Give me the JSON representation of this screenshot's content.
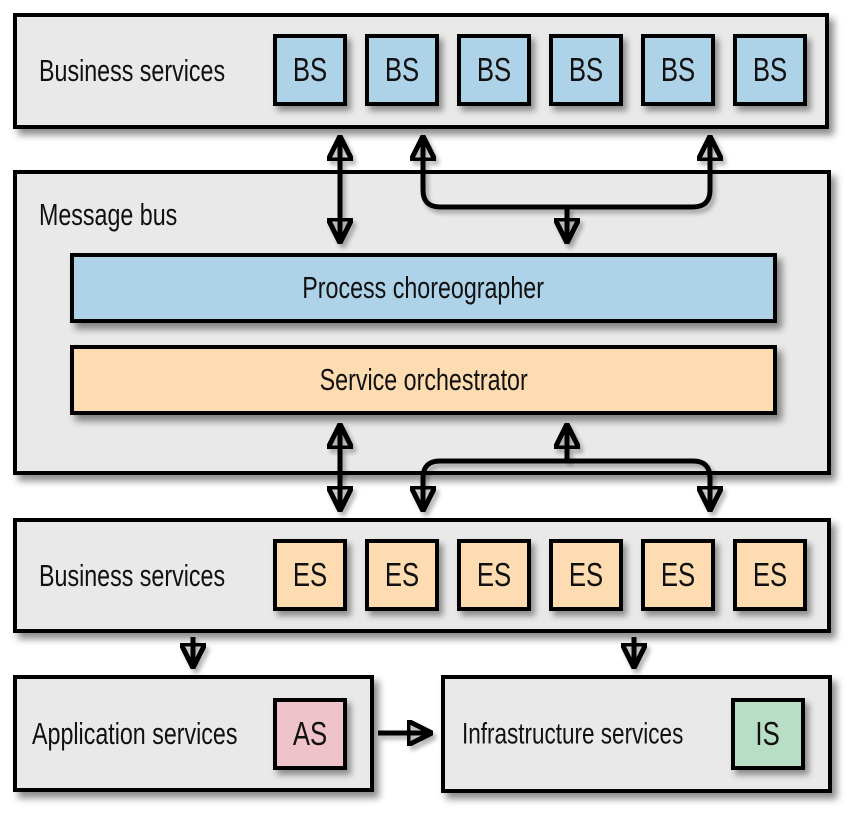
{
  "layers": {
    "business_top": {
      "label": "Business services",
      "chips": [
        "BS",
        "BS",
        "BS",
        "BS",
        "BS",
        "BS"
      ]
    },
    "message_bus": {
      "label": "Message bus",
      "choreographer": "Process choreographer",
      "orchestrator": "Service orchestrator"
    },
    "business_es": {
      "label": "Business services",
      "chips": [
        "ES",
        "ES",
        "ES",
        "ES",
        "ES",
        "ES"
      ]
    },
    "application": {
      "label": "Application services",
      "chip": "AS"
    },
    "infrastructure": {
      "label": "Infrastructure services",
      "chip": "IS"
    }
  },
  "colors": {
    "panel-grey": "#e9e9e9",
    "service-blue": "#aed3e9",
    "service-orange": "#fcdcb0",
    "service-pink": "#efc3ca",
    "service-green": "#b8dec6",
    "line-black": "#000000"
  }
}
